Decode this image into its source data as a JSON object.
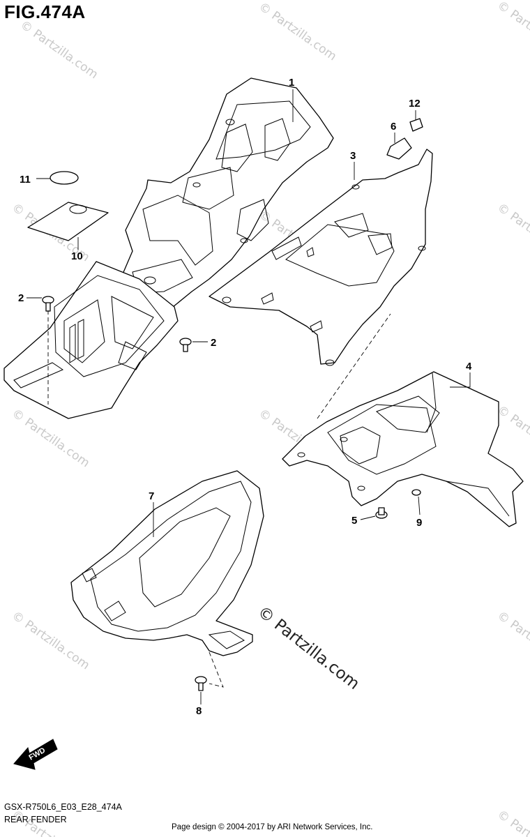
{
  "figure": {
    "title": "FIG.474A",
    "model_code": "GSX-R750L6_E03_E28_474A",
    "section_name": "REAR FENDER",
    "page_credit": "Page design © 2004-2017 by ARI Network Services, Inc."
  },
  "callouts": {
    "c1": "1",
    "c2a": "2",
    "c2b": "2",
    "c3": "3",
    "c4": "4",
    "c5": "5",
    "c6": "6",
    "c7": "7",
    "c8": "8",
    "c9": "9",
    "c10": "10",
    "c11": "11",
    "c12": "12"
  },
  "direction_arrow": {
    "label": "FWD"
  },
  "watermark": {
    "text": "© Partzilla.com",
    "main_text": "© Partzilla.com"
  },
  "colors": {
    "line": "#000000",
    "background": "#ffffff",
    "watermark": "#c9c9c9"
  }
}
